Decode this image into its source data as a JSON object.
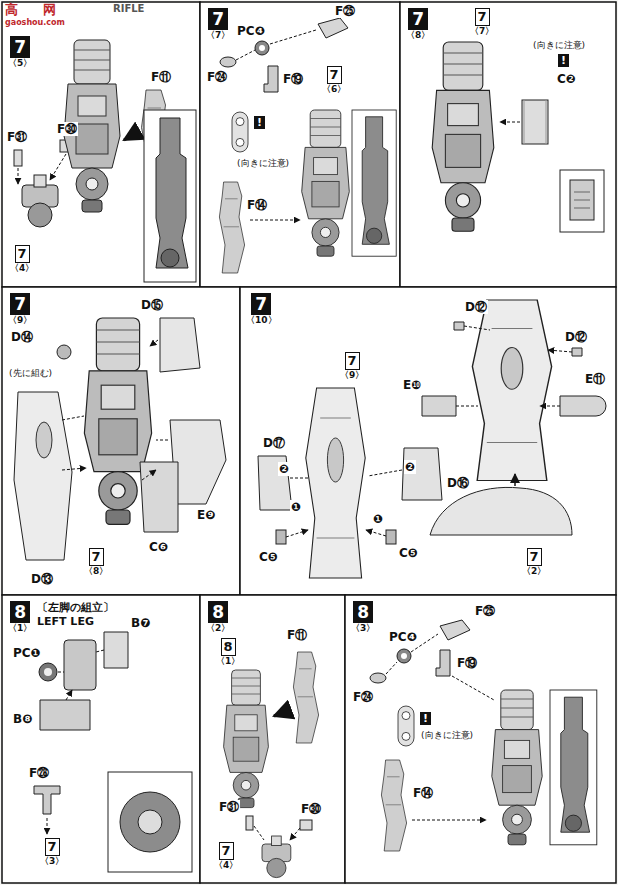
{
  "diagram": {
    "nodes": [
      {
        "text": [
          "7",
          "〈5〉"
        ]
      },
      {
        "text": [
          "7",
          "〈4〉"
        ]
      },
      {
        "text": [
          "7",
          "〈7〉"
        ]
      },
      {
        "text": [
          "7",
          "〈6〉"
        ]
      },
      {
        "text": [
          "7",
          "〈8〉"
        ]
      },
      {
        "text": [
          "7",
          "〈7〉"
        ]
      },
      {
        "text": [
          "7",
          "〈9〉"
        ]
      },
      {
        "text": [
          "7",
          "〈8〉"
        ]
      },
      {
        "text": [
          "7",
          "〈10〉"
        ]
      },
      {
        "text": [
          "7",
          "〈9〉"
        ]
      },
      {
        "text": [
          "7",
          "〈2〉"
        ]
      },
      {
        "text": [
          "8",
          "〈1〉"
        ]
      },
      {
        "text": [
          "7",
          "〈3〉"
        ]
      },
      {
        "text": [
          "8",
          "〈2〉"
        ]
      },
      {
        "text": [
          "8",
          "〈1〉"
        ]
      },
      {
        "text": [
          "7",
          "〈4〉"
        ]
      },
      {
        "text": [
          "8",
          "〈3〉"
        ]
      }
    ],
    "labels": [
      "高",
      "网",
      "gaoshou.com",
      "RIFLE",
      "F㉛",
      "F㉚",
      "F⑪",
      "PC❹",
      "F㉕",
      "F㉔",
      "F⑲",
      "!",
      "(向きに注意)",
      "F⑭",
      "(向きに注意)",
      "!",
      "C❷",
      "D⑭",
      "(先に組む)",
      "D⑮",
      "D⑬",
      "C❻",
      "E❾",
      "D⑫",
      "D⑫",
      "E❿",
      "E⑪",
      "D⑰",
      "❷",
      "❶",
      "C❺",
      "❷",
      "D⑯",
      "❶",
      "C❺",
      "〔左脚の組立〕",
      "LEFT LEG",
      "PC❶",
      "B❼",
      "B❽",
      "F㉘",
      "F⑪",
      "F㉛",
      "F㉚",
      "F㉕",
      "PC❹",
      "F㉔",
      "!",
      "(向きに注意)",
      "F⑲",
      "F⑭"
    ]
  }
}
